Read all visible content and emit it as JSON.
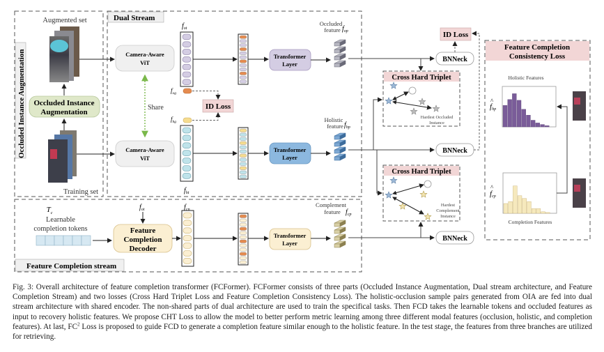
{
  "figure": {
    "sections": {
      "oia_vertical_label": "Occluded Instance Augmentation",
      "dual_stream_label": "Dual Stream",
      "fc_stream_label": "Feature Completion stream",
      "fc2_loss_title_line1": "Feature Completion",
      "fc2_loss_title_line2": "Consistency Loss"
    },
    "oia": {
      "augmented_set_label": "Augmented set",
      "training_set_label": "Training set",
      "box_line1": "Occluded Instance",
      "box_line2": "Augmentation"
    },
    "dual_stream": {
      "vit_top_line1": "Camera-Aware",
      "vit_top_line2": "ViT",
      "vit_bottom_line1": "Camera-Aware",
      "vit_bottom_line2": "ViT",
      "share_label": "Share",
      "id_loss_label": "ID Loss",
      "f_ot": "f",
      "f_ot_sub": "ot",
      "f_og": "f",
      "f_og_sub": "og",
      "f_hg": "f",
      "f_hg_sub": "hg",
      "f_ht": "f",
      "f_ht_sub": "ht",
      "transformer_top_line1": "Transformer",
      "transformer_top_line2": "Layer",
      "transformer_bottom_line1": "Transformer",
      "transformer_bottom_line2": "Layer",
      "occluded_feature_line1": "Occluded",
      "occluded_feature_line2": "feature",
      "f_op": "f",
      "f_op_sub": "op",
      "holistic_feature_line1": "Holistic",
      "holistic_feature_line2": "feature",
      "f_hp": "f",
      "f_hp_sub": "hp"
    },
    "fc_stream": {
      "tc_symbol": "T",
      "tc_sub": "c",
      "tokens_label_line1": "Learnable",
      "tokens_label_line2": "completion tokens",
      "f_ot": "f",
      "f_ot_sub": "ot",
      "decoder_line1": "Feature",
      "decoder_line2": "Completion",
      "decoder_line3": "Decoder",
      "f_cp": "f",
      "f_cp_sub": "cp",
      "transformer_line1": "Transformer",
      "transformer_line2": "Layer",
      "complement_feature_line1": "Complement",
      "complement_feature_line2": "feature",
      "f_cp2": "f",
      "f_cp2_sub": "cp"
    },
    "losses": {
      "id_loss_right": "ID Loss",
      "bnneck_top": "BNNeck",
      "bnneck_middle": "BNNeck",
      "bnneck_bottom": "BNNeck",
      "cht_top_title": "Cross Hard Triplet",
      "cht_top_note_line1": "Hardest Occluded",
      "cht_top_note_line2": "Instance",
      "cht_bottom_title": "Cross Hard Triplet",
      "cht_bottom_note_line1": "Hardest",
      "cht_bottom_note_line2": "Complement",
      "cht_bottom_note_line3": "Instance"
    },
    "fc2": {
      "holistic_title": "Holistic Features",
      "completion_title": "Completion Features",
      "f_hp_hat": "f",
      "f_hp_hat_sub": "hp",
      "f_cp_hat": "f",
      "f_cp_hat_sub": "cp",
      "holistic_hist": [
        0.55,
        0.7,
        0.85,
        0.68,
        0.45,
        0.3,
        0.17,
        0.1,
        0.06,
        0.03
      ],
      "completion_hist": [
        0.25,
        0.3,
        0.7,
        0.45,
        0.38,
        0.3,
        0.12,
        0.12,
        0.04,
        0.02
      ]
    },
    "colors": {
      "occluded_purple": "#d4cde3",
      "occluded_border": "#8a7fa5",
      "holistic_cyan": "#bfe3ea",
      "holistic_blue": "#8cb8df",
      "completion_yellow": "#fbefd2",
      "orange_token": "#e58b4f",
      "yellow_token": "#f6dc8f",
      "green_box": "#dfe8c9",
      "pink_title": "#f2d6d6",
      "hist_purple": "#7a5c99",
      "hist_yellow": "#f6e9bd"
    }
  },
  "caption": {
    "prefix": "Fig. 3: Overall architecture of feature completion transformer (FCFormer). FCFormer consists of three parts (Occluded Instance Augmentation, Dual stream architecture, and Feature Completion Stream) and two losses (Cross Hard Triplet Loss and Feature Completion Consistency Loss). The holistic-occlusion sample pairs generated from OIA are fed into dual stream architecture with shared encoder. The non-shared parts of dual architecture are used to train the specifical tasks. Then FCD takes the learnable tokens and occluded features as input to recovery holistic features. We propose CHT Loss to allow the model to better perform metric learning among three different modal features (occlusion, holistic, and completion features). At last, FC",
    "sup": "2",
    "suffix": " Loss is proposed to guide FCD to generate a completion feature similar enough to the holistic feature. In the test stage, the features from three branches are utilized for retrieving."
  }
}
